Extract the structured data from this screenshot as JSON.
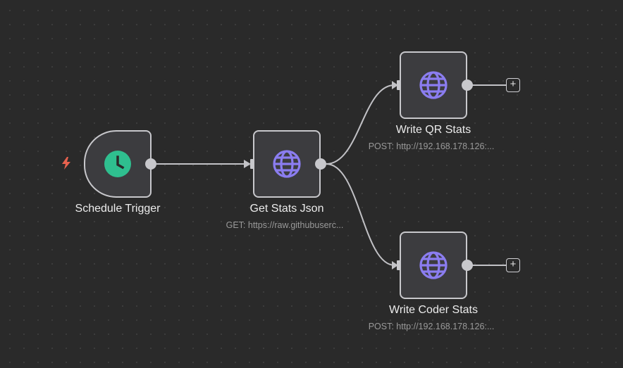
{
  "colors": {
    "canvas": "#2a2a2a",
    "node_bg": "#3c3c3f",
    "node_border": "#c8c8cc",
    "trigger_accent": "#2fbf8f",
    "http_icon": "#8b7df0",
    "bolt": "#e8624f"
  },
  "nodes": [
    {
      "id": "schedule-trigger",
      "label": "Schedule Trigger",
      "subtitle": "",
      "icon": "clock-icon"
    },
    {
      "id": "get-stats-json",
      "label": "Get Stats Json",
      "subtitle": "GET: https://raw.githubuserc...",
      "icon": "globe-icon"
    },
    {
      "id": "write-qr-stats",
      "label": "Write QR Stats",
      "subtitle": "POST: http://192.168.178.126:...",
      "icon": "globe-icon"
    },
    {
      "id": "write-coder-stats",
      "label": "Write Coder Stats",
      "subtitle": "POST: http://192.168.178.126:...",
      "icon": "globe-icon"
    }
  ],
  "add_button_label": "+"
}
